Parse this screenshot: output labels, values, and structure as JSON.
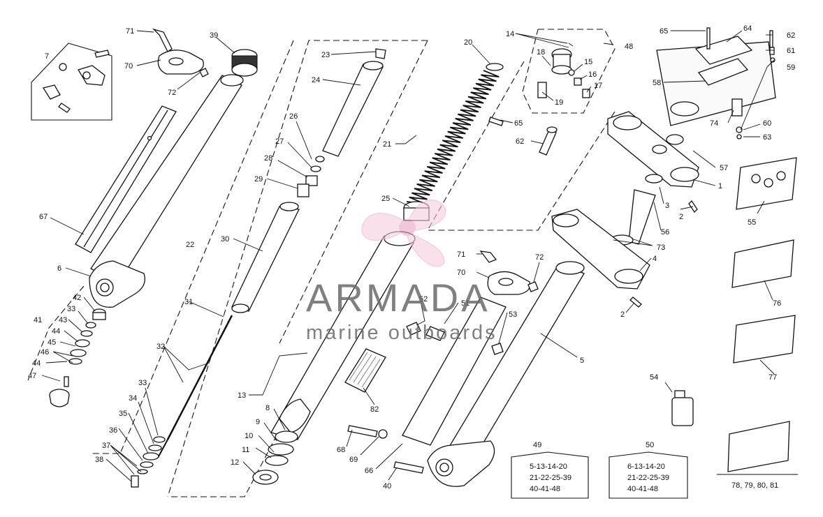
{
  "watermark": {
    "brand": "ARMADA",
    "tagline": "marine outboards"
  },
  "kits": [
    {
      "number": "49",
      "line1": "5-13-14-20",
      "line2": "21-22-25-39",
      "line3": "40-41-48"
    },
    {
      "number": "50",
      "line1": "6-13-14-20",
      "line2": "21-22-25-39",
      "line3": "40-41-48"
    }
  ],
  "group_label": "78, 79, 80, 81",
  "labels": {
    "n1": "1",
    "n2a": "2",
    "n2b": "2",
    "n3": "3",
    "n4": "4",
    "n5": "5",
    "n6": "6",
    "n7": "7",
    "n8": "8",
    "n9": "9",
    "n10": "10",
    "n11": "11",
    "n12": "12",
    "n13": "13",
    "n14": "14",
    "n15": "15",
    "n16": "16",
    "n17": "17",
    "n18": "18",
    "n19": "19",
    "n20": "20",
    "n21": "21",
    "n22": "22",
    "n23": "23",
    "n24": "24",
    "n25": "25",
    "n26": "26",
    "n27": "27",
    "n28": "28",
    "n29": "29",
    "n30": "30",
    "n31": "31",
    "n32": "32",
    "n33a": "33",
    "n33b": "33",
    "n34": "34",
    "n35": "35",
    "n36": "36",
    "n37": "37",
    "n38": "38",
    "n39": "39",
    "n40": "40",
    "n41": "41",
    "n42": "42",
    "n43": "43",
    "n44a": "44",
    "n44b": "44",
    "n45": "45",
    "n46": "46",
    "n47": "47",
    "n48": "48",
    "n51": "51",
    "n52": "52",
    "n53": "53",
    "n54": "54",
    "n55": "55",
    "n56": "56",
    "n57": "57",
    "n58": "58",
    "n59": "59",
    "n60": "60",
    "n61": "61",
    "n62a": "62",
    "n62b": "62",
    "n63": "63",
    "n64": "64",
    "n65a": "65",
    "n65b": "65",
    "n66": "66",
    "n67": "67",
    "n68": "68",
    "n69": "69",
    "n70a": "70",
    "n70b": "70",
    "n71a": "71",
    "n71b": "71",
    "n72a": "72",
    "n72b": "72",
    "n73": "73",
    "n74": "74",
    "n76": "76",
    "n77": "77",
    "n82": "82"
  }
}
